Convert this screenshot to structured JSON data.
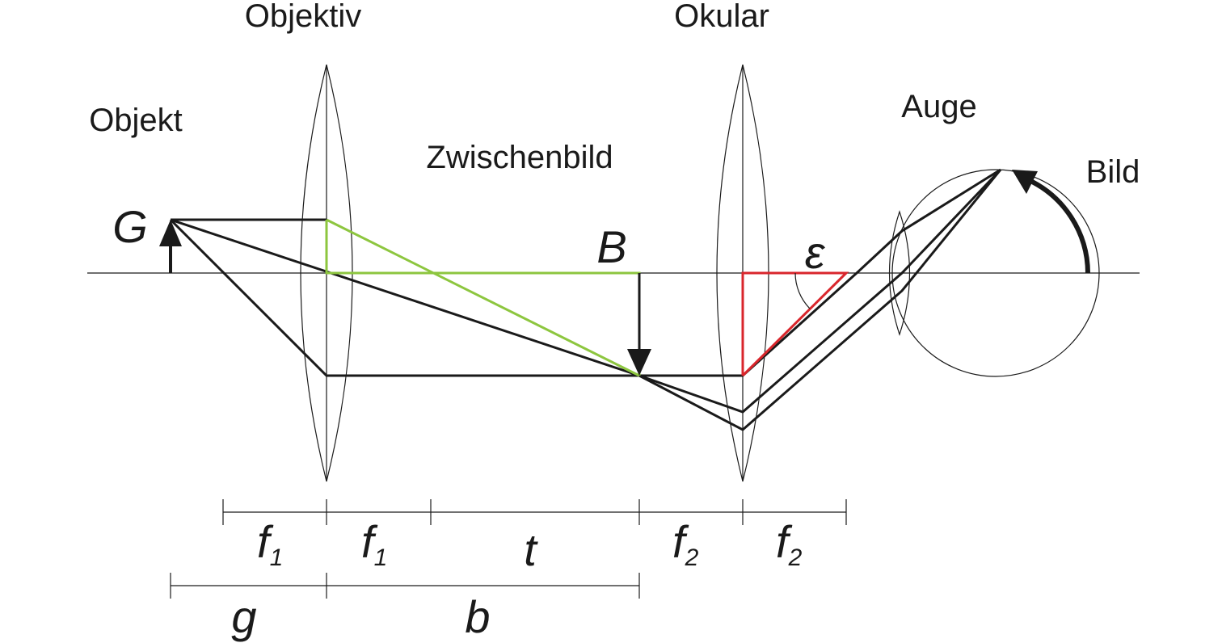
{
  "labels": {
    "objektiv": "Objektiv",
    "okular": "Okular",
    "objekt": "Objekt",
    "zwischenbild": "Zwischenbild",
    "auge": "Auge",
    "bild": "Bild"
  },
  "symbols": {
    "object": "G",
    "image": "B",
    "angle": "ε",
    "f": "f",
    "sub1": "1",
    "sub2": "2",
    "t": "t",
    "g": "g",
    "b": "b"
  },
  "colors": {
    "construction_rays": "#8dc63f",
    "angle_triangle": "#d9262c",
    "lines": "#1a1a1a"
  }
}
